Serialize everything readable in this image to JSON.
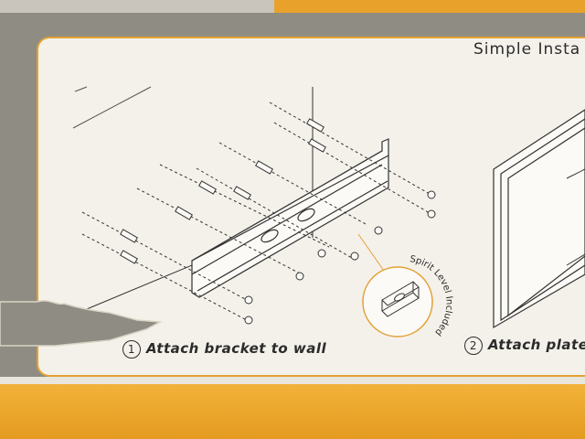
{
  "panel": {
    "title": "Simple Insta",
    "steps": [
      {
        "number": "1",
        "label": "Attach bracket to wall"
      },
      {
        "number": "2",
        "label": "Attach plate"
      }
    ],
    "callout": "Spirit Level Included"
  },
  "colors": {
    "accent": "#e8a22c",
    "panel_bg": "#f4f1ea",
    "ink": "#2b2b2b"
  }
}
